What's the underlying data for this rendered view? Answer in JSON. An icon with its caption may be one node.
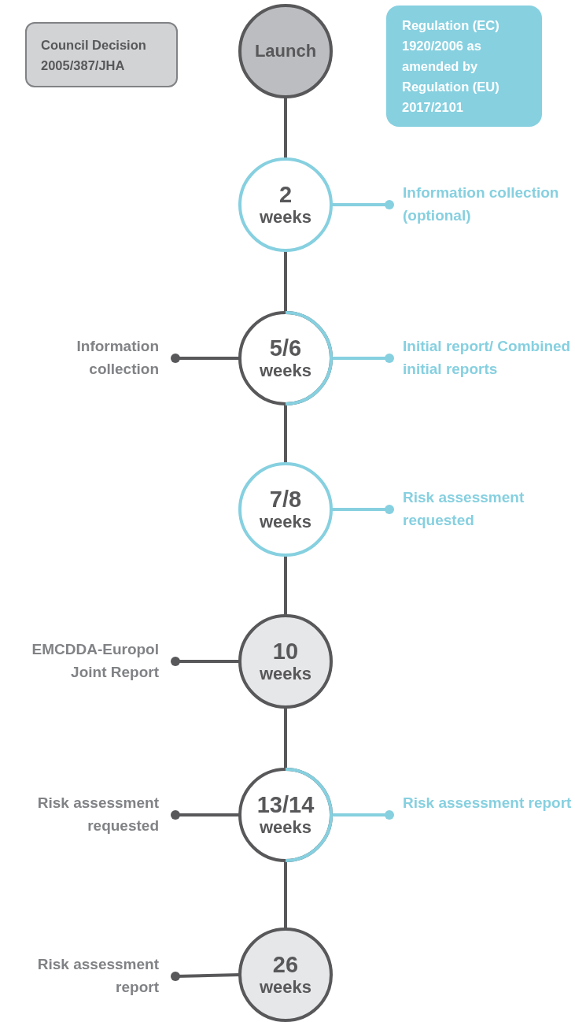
{
  "diagram": {
    "nodes": [
      {
        "text": [
          "Council Decision 2005/387/JHA"
        ]
      },
      {
        "text": [
          "Launch"
        ]
      },
      {
        "text": [
          "Regulation (EC) 1920/2006 as amended by Regulation (EU) 2017/2101"
        ]
      },
      {
        "text": [
          "2",
          "weeks"
        ]
      },
      {
        "text": [
          "Information collection (optional)"
        ]
      },
      {
        "text": [
          "Information collection"
        ]
      },
      {
        "text": [
          "5/6",
          "weeks"
        ]
      },
      {
        "text": [
          "Initial report/ Combined initial reports"
        ]
      },
      {
        "text": [
          "7/8",
          "weeks"
        ]
      },
      {
        "text": [
          "Risk assessment requested"
        ]
      },
      {
        "text": [
          "EMCDDA-Europol Joint Report"
        ]
      },
      {
        "text": [
          "10",
          "weeks"
        ]
      },
      {
        "text": [
          "Risk assessment requested"
        ]
      },
      {
        "text": [
          "13/14",
          "weeks"
        ]
      },
      {
        "text": [
          "Risk assessment report"
        ]
      },
      {
        "text": [
          "Risk assessment report"
        ]
      },
      {
        "text": [
          "26",
          "weeks"
        ]
      }
    ],
    "edges": [
      {
        "from": 1,
        "to": 3,
        "arrow": "none"
      },
      {
        "from": 3,
        "to": 6,
        "arrow": "none"
      },
      {
        "from": 6,
        "to": 8,
        "arrow": "none"
      },
      {
        "from": 8,
        "to": 11,
        "arrow": "none"
      },
      {
        "from": 11,
        "to": 13,
        "arrow": "none"
      },
      {
        "from": 13,
        "to": 16,
        "arrow": "none"
      },
      {
        "from": 3,
        "to": 4,
        "arrow": "other",
        "color": "#86d0e0"
      },
      {
        "from": 6,
        "to": 5,
        "arrow": "other"
      },
      {
        "from": 6,
        "to": 7,
        "arrow": "other",
        "color": "#86d0e0"
      },
      {
        "from": 8,
        "to": 9,
        "arrow": "other",
        "color": "#86d0e0"
      },
      {
        "from": 11,
        "to": 10,
        "arrow": "other"
      },
      {
        "from": 13,
        "to": 12,
        "arrow": "other"
      },
      {
        "from": 13,
        "to": 14,
        "arrow": "other",
        "color": "#86d0e0"
      },
      {
        "from": 16,
        "to": 15,
        "arrow": "other"
      }
    ]
  }
}
